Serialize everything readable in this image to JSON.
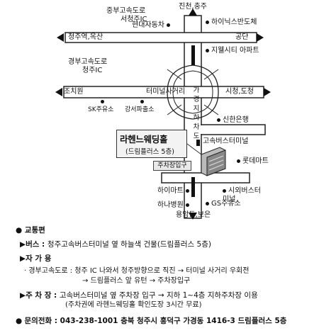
{
  "map": {
    "labels": {
      "north": "진천,충주",
      "jungbu_expressway": "중부고속도로",
      "seocheongju_ic": "서청주IC",
      "hyundai_motors": "현대자동차",
      "hynix": "하이닉스반도체",
      "cheongju_station": "청주역,옥산",
      "industrial_complex": "공단",
      "gyeongbu_expressway": "경부고속도로",
      "cheongju_ic": "청주IC",
      "jisim_city": "지웰시티 아파트",
      "jochiwon": "조치원",
      "terminal_intersection": "터미널사거리",
      "city_hall": "시청,도청",
      "sk_gas": "SK주유소",
      "gangseo_police": "강서파출소",
      "gagyeong_road": "가경지하차도",
      "shinhan_bank": "신한은행",
      "express_terminal": "고속버스터미널",
      "venue_name": "라헨느웨딩홀",
      "venue_sub": "(드림플러스 5층)",
      "parking": "주차장입구",
      "lotte_mart": "롯데마트",
      "highmart": "하이마트",
      "intercity_terminal": "시외버스터미널",
      "hana_hospital": "하나병원",
      "gs_gas": "GS주유소",
      "south": "용암동,보은"
    }
  },
  "info": {
    "transport_title": "교통편",
    "bus_label": "▶버스 : ",
    "bus_text": "청주고속버스터미널 옆 하늘색 건물(드림플러스 5층)",
    "car_label": "▶자 가 용",
    "car_text_1": "· 경부고속도로 : 청주 IC 나와서 청주방향으로 직진 → 터미널 사거리 우회전",
    "car_text_2": "→ 드림플러스 앞 유턴 → 주차장입구",
    "parking_label": "▶주 차 장 : ",
    "parking_text_1": "고속버스터미널 옆 주차장 입구 → 지하 1~4층 지하주차장 이용",
    "parking_text_2": "(주차권에 라헨느웨딩홀 확인도장 3시간 무료)",
    "contact_label": "문의전화 : ",
    "contact_text": "043-238-1001 충북 청주시 흥덕구 가경동 1416-3 드림플러스 5층"
  }
}
